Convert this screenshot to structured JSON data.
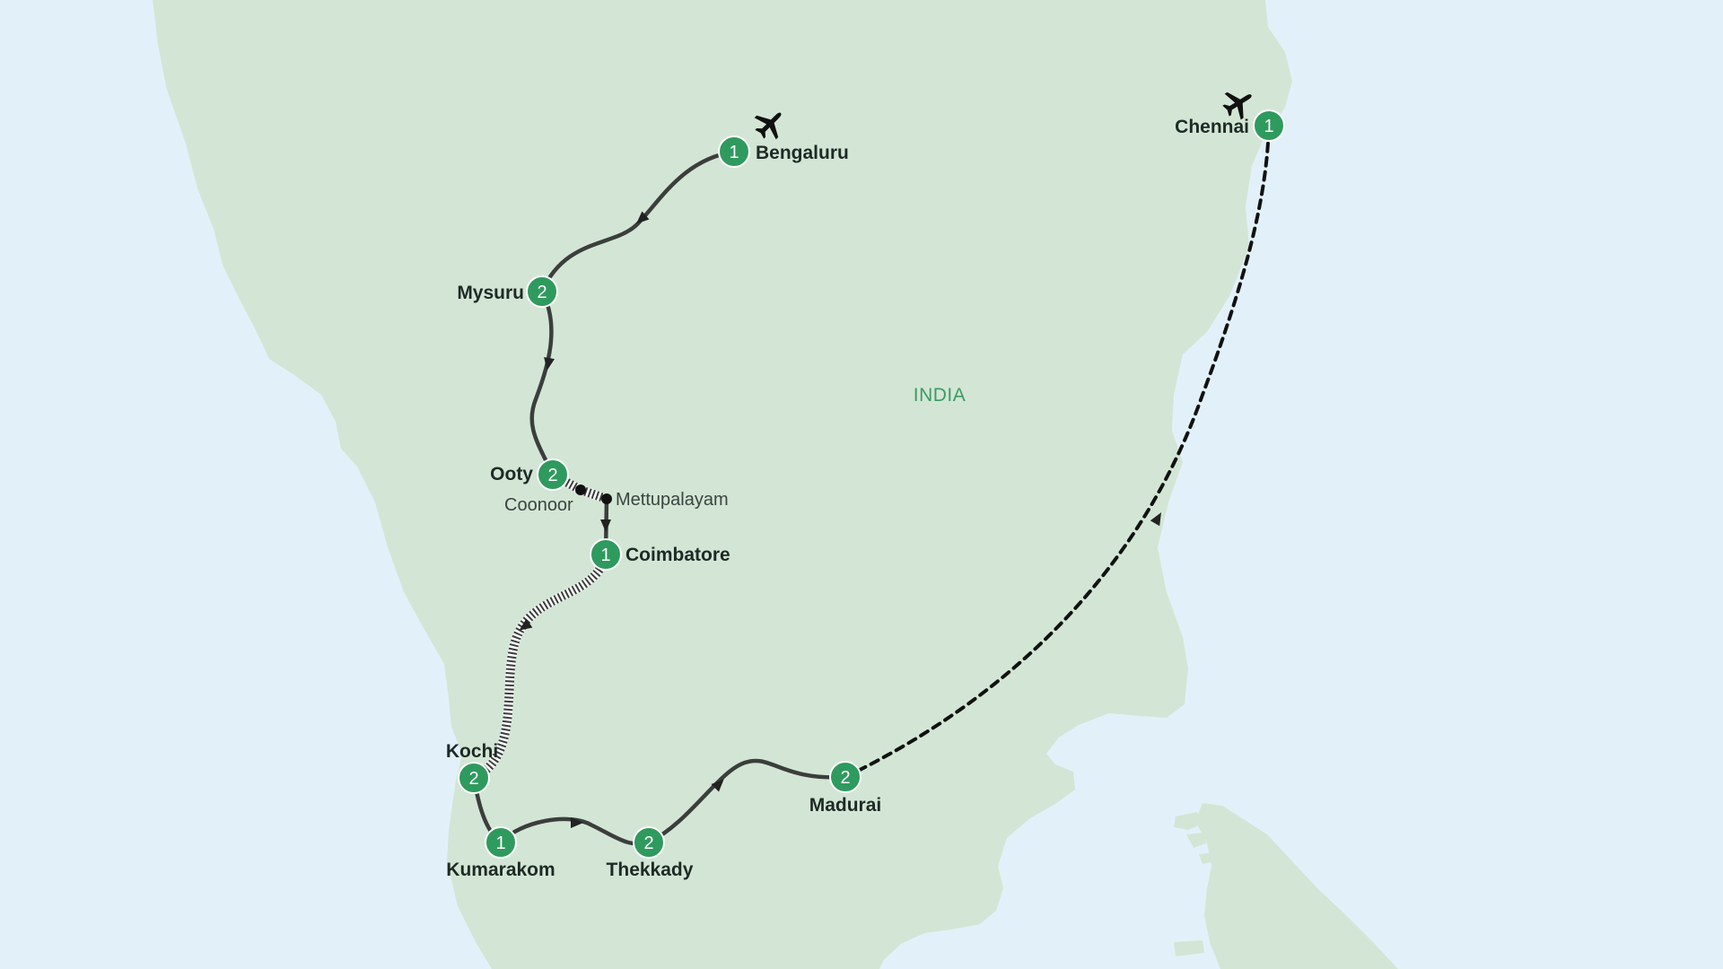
{
  "map": {
    "country_label": "INDIA",
    "colors": {
      "sea": "#e2f1f9",
      "land": "#d3e6d5",
      "route": "#3b3e3d",
      "badge": "#2f9a5e",
      "badge_text": "#ffffff",
      "label": "#1e2a26",
      "country_label": "#3c9a66"
    },
    "stops": [
      {
        "name": "Bengaluru",
        "nights": "1"
      },
      {
        "name": "Mysuru",
        "nights": "2"
      },
      {
        "name": "Ooty",
        "nights": "2"
      },
      {
        "name": "Coimbatore",
        "nights": "1"
      },
      {
        "name": "Kochi",
        "nights": "2"
      },
      {
        "name": "Kumarakom",
        "nights": "1"
      },
      {
        "name": "Thekkady",
        "nights": "2"
      },
      {
        "name": "Madurai",
        "nights": "2"
      },
      {
        "name": "Chennai",
        "nights": "1"
      }
    ],
    "waypoints": [
      {
        "name": "Coonoor"
      },
      {
        "name": "Mettupalayam"
      }
    ],
    "legs": [
      {
        "from": "Bengaluru",
        "to": "Mysuru",
        "mode": "road"
      },
      {
        "from": "Mysuru",
        "to": "Ooty",
        "mode": "road"
      },
      {
        "from": "Ooty",
        "to": "Mettupalayam",
        "mode": "rail"
      },
      {
        "from": "Mettupalayam",
        "to": "Coimbatore",
        "mode": "road"
      },
      {
        "from": "Coimbatore",
        "to": "Kochi",
        "mode": "rail"
      },
      {
        "from": "Kochi",
        "to": "Kumarakom",
        "mode": "road"
      },
      {
        "from": "Kumarakom",
        "to": "Thekkady",
        "mode": "road"
      },
      {
        "from": "Thekkady",
        "to": "Madurai",
        "mode": "road"
      },
      {
        "from": "Madurai",
        "to": "Chennai",
        "mode": "flight"
      }
    ],
    "airports": [
      {
        "city": "Bengaluru",
        "icon": "airplane-icon"
      },
      {
        "city": "Chennai",
        "icon": "airplane-icon"
      }
    ]
  }
}
